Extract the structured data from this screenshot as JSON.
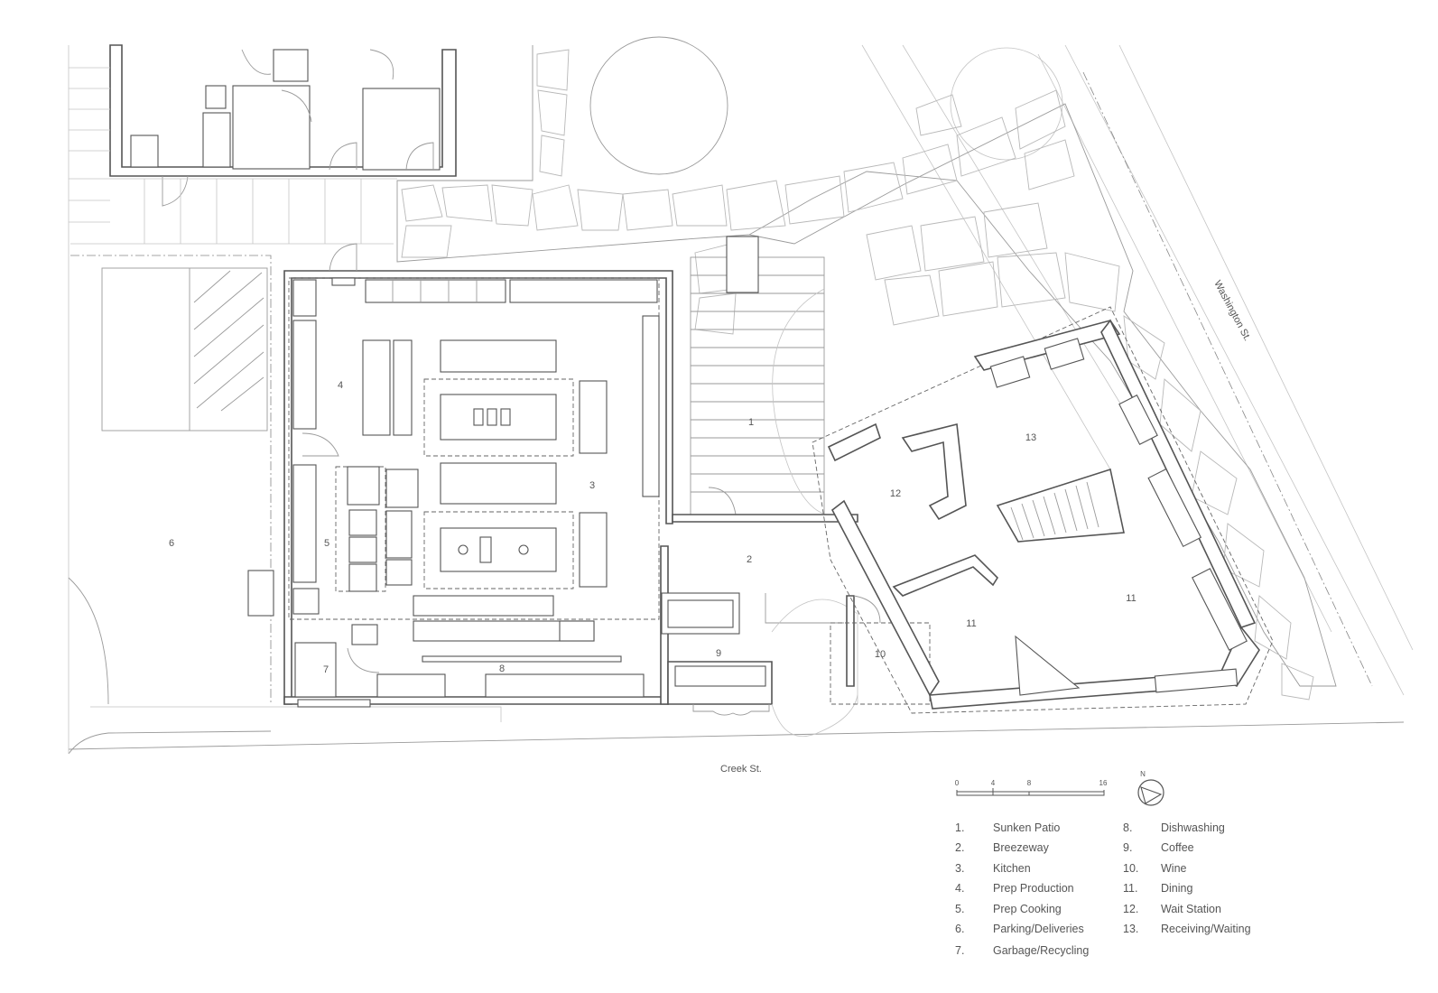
{
  "streets": {
    "creek": "Creek St.",
    "washington": "Washington St."
  },
  "rooms": [
    {
      "id": "1"
    },
    {
      "id": "2"
    },
    {
      "id": "3"
    },
    {
      "id": "4"
    },
    {
      "id": "5"
    },
    {
      "id": "6"
    },
    {
      "id": "7"
    },
    {
      "id": "8"
    },
    {
      "id": "9"
    },
    {
      "id": "10"
    },
    {
      "id": "11"
    },
    {
      "id": "11b",
      "label": "11"
    },
    {
      "id": "12"
    },
    {
      "id": "13"
    }
  ],
  "room_labels": {
    "r1": "1",
    "r2": "2",
    "r3": "3",
    "r4": "4",
    "r5": "5",
    "r6": "6",
    "r7": "7",
    "r8": "8",
    "r9": "9",
    "r10": "10",
    "r11a": "11",
    "r11b": "11",
    "r12": "12",
    "r13": "13"
  },
  "scale_bar": {
    "ticks": [
      "0",
      "4",
      "8",
      "16"
    ]
  },
  "north_arrow": {
    "label": "N"
  },
  "legend": {
    "col1": [
      {
        "num": "1.",
        "label": "Sunken Patio"
      },
      {
        "num": "2.",
        "label": "Breezeway"
      },
      {
        "num": "3.",
        "label": "Kitchen"
      },
      {
        "num": "4.",
        "label": "Prep Production"
      },
      {
        "num": "5.",
        "label": "Prep Cooking"
      },
      {
        "num": "6.",
        "label": "Parking/Deliveries"
      },
      {
        "num": "7.",
        "label": "Garbage/Recycling"
      }
    ],
    "col2": [
      {
        "num": "8.",
        "label": "Dishwashing"
      },
      {
        "num": "9.",
        "label": "Coffee"
      },
      {
        "num": "10.",
        "label": "Wine"
      },
      {
        "num": "11.",
        "label": "Dining"
      },
      {
        "num": "12.",
        "label": "Wait Station"
      },
      {
        "num": "13.",
        "label": "Receiving/Waiting"
      }
    ]
  }
}
